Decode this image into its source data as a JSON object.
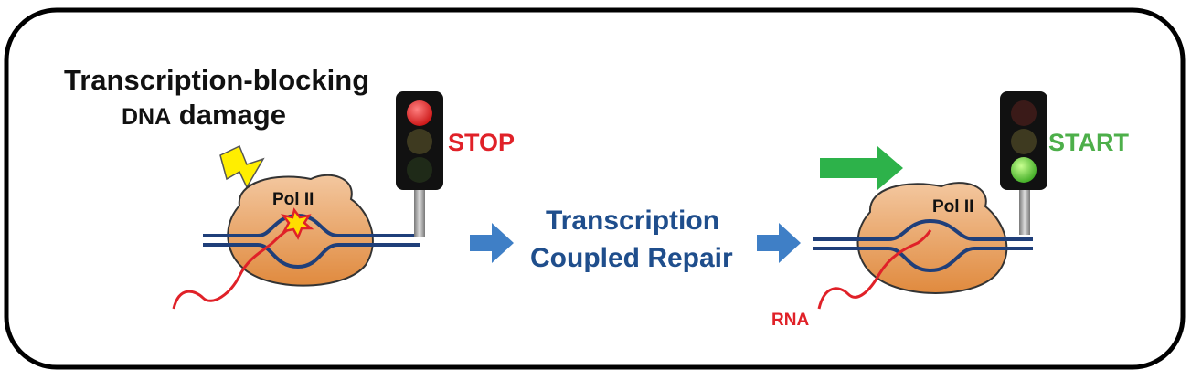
{
  "labels": {
    "damage_line1": "Transcription-blocking",
    "damage_line2_prefix": "DNA",
    "damage_line2_rest": "damage",
    "stop": "STOP",
    "start": "START",
    "process_line1": "Transcription",
    "process_line2": "Coupled Repair",
    "polymerase_left": "Pol II",
    "polymerase_right": "Pol II",
    "rna": "RNA"
  },
  "colors": {
    "frame": "#000000",
    "polymerase": "#e9a56a",
    "dna": "#1f3f7a",
    "rna": "#e02128",
    "arrow_blue": "#3f7fc6",
    "arrow_green": "#2db24a",
    "light_red": "#d92424",
    "light_green": "#66cc33",
    "light_off": "#3a3a2a",
    "lightning": "#ffee00"
  },
  "traffic_lights": {
    "left_state": "red",
    "right_state": "green"
  }
}
